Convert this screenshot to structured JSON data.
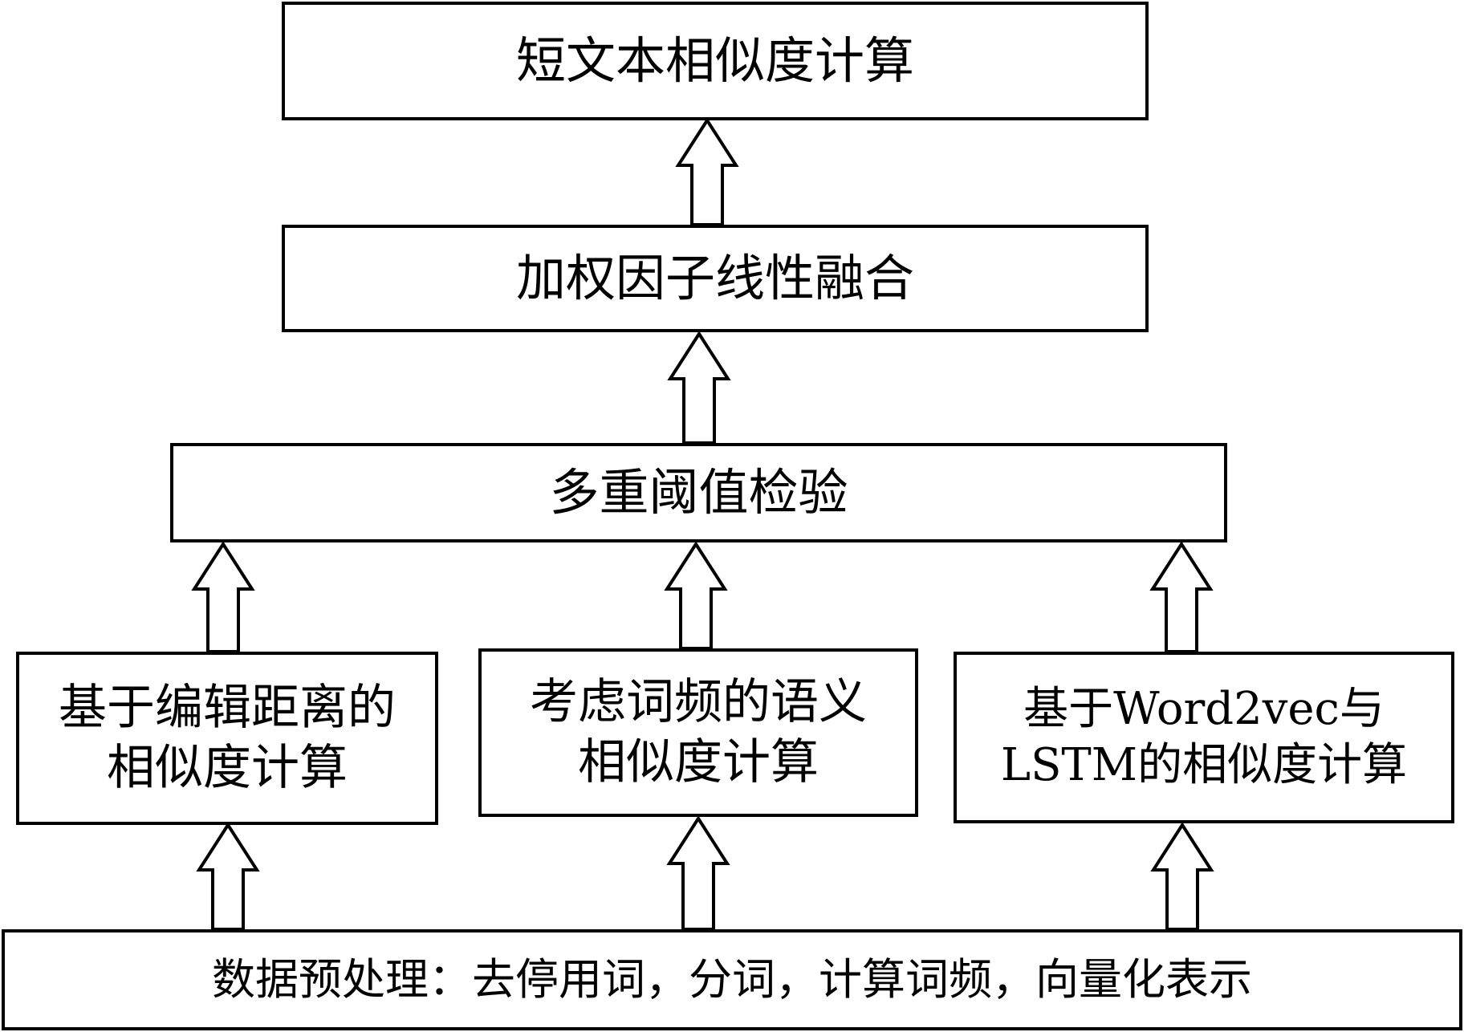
{
  "boxes": {
    "top": "短文本相似度计算",
    "fusion": "加权因子线性融合",
    "threshold": "多重阈值检验",
    "edit_distance": {
      "line1": "基于编辑距离的",
      "line2": "相似度计算"
    },
    "semantic": {
      "line1": "考虑词频的语义",
      "line2": "相似度计算"
    },
    "lstm": {
      "line1": "基于Word2vec与",
      "line2": "LSTM的相似度计算"
    },
    "preprocess": "数据预处理：去停用词，分词，计算词频，向量化表示"
  },
  "colors": {
    "stroke": "#000000",
    "fill": "#ffffff"
  }
}
